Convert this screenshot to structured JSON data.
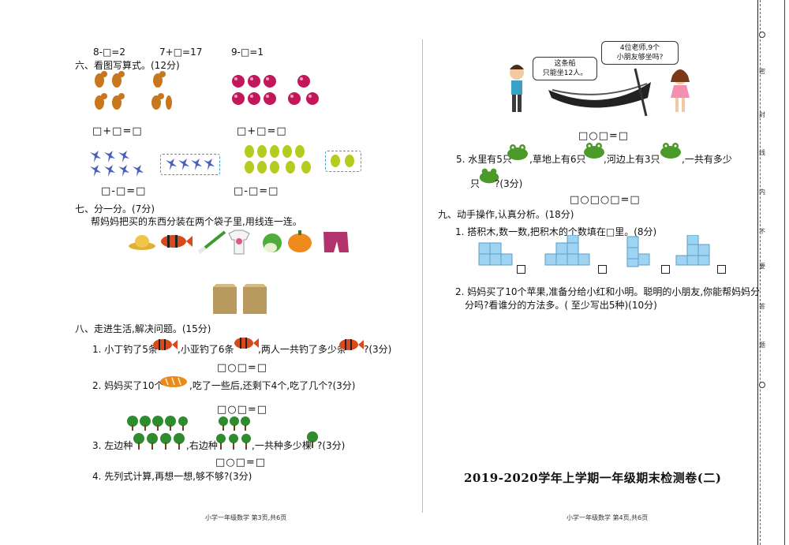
{
  "left": {
    "top_equations": [
      "8-□=2",
      "7+□=17",
      "9-□=1"
    ],
    "sec6": {
      "heading": "六、看图写算式。(12分)",
      "eq_add_1": "□+□=□",
      "eq_add_2": "□+□=□",
      "eq_sub_1": "□-□=□",
      "eq_sub_2": "□-□=□"
    },
    "sec7": {
      "heading": "七、分一分。(7分)",
      "instruction": "帮妈妈把买的东西分装在两个袋子里,用线连一连。"
    },
    "sec8": {
      "heading": "八、走进生活,解决问题。(15分)",
      "q1_a": "1. 小丁钓了5条",
      "q1_b": ",小亚钓了6条",
      "q1_c": ",两人一共钓了多少条",
      "q1_d": "?(3分)",
      "q2_a": "2. 妈妈买了10个",
      "q2_b": ",吃了一些后,还剩下4个,吃了几个?(3分)",
      "q3_a": "3. 左边种",
      "q3_b": ",右边种",
      "q3_c": ",一共种多少棵",
      "q3_d": "?(3分)",
      "q4": "4. 先列式计算,再想一想,够不够?(3分)",
      "eq": "□○□=□"
    },
    "footer": "小学一年级数学  第3页,共6页"
  },
  "right": {
    "bubble_left": "这条船\n只能坐12人。",
    "bubble_right": "4位老师,9个\n小朋友够坐吗?",
    "eq_boat": "□○□=□",
    "q5_a": "5. 水里有5只",
    "q5_b": ",草地上有6只",
    "q5_c": ",河边上有3只",
    "q5_d": ",一共有多少",
    "q5_e": "只",
    "q5_f": "?(3分)",
    "eq_frog": "□○□○□=□",
    "sec9": {
      "heading": "九、动手操作,认真分析。(18分)",
      "q1": "1. 搭积木,数一数,把积木的个数填在□里。(8分)",
      "q2_line1": "2. 妈妈买了10个苹果,准备分给小红和小明。聪明的小朋友,你能帮妈妈分",
      "q2_line2": "分吗?看谁分的方法多。( 至少写出5种)(10分)"
    },
    "title": "2019-2020学年上学期一年级期末检测卷(二)",
    "footer": "小学一年级数学  第4页,共6页"
  },
  "margin": {
    "chars": [
      "密",
      "封",
      "线",
      "内",
      "不",
      "要",
      "答",
      "题"
    ]
  },
  "colors": {
    "squirrel": "#c8771e",
    "ball": "#c2185b",
    "pinwheel": "#4a5fb5",
    "pear": "#b5cc1e",
    "tree": "#2e8b2e",
    "cube": "#9fd3f2",
    "frog": "#4c9a2a",
    "bag": "#b89a5e",
    "dash": "#3a9bd5"
  }
}
